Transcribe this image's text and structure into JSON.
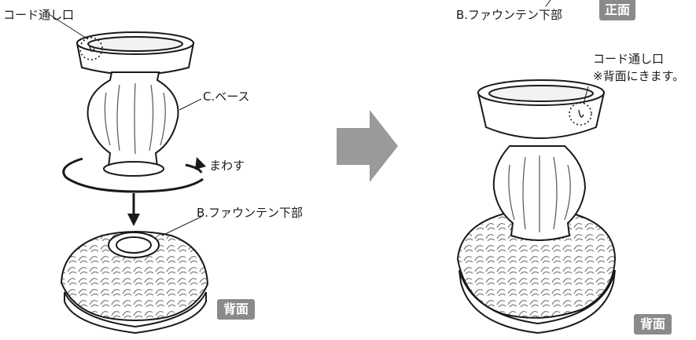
{
  "left": {
    "cord_label": "コード通し口",
    "base_label": "C.ベース",
    "rotate_label": "まわす",
    "fountain_label": "B.ファウンテン下部",
    "view_badge": "背面"
  },
  "right": {
    "fountain_label": "B.ファウンテン下部",
    "front_badge": "正面",
    "cord_label": "コード通し口",
    "cord_note": "※背面にきます。",
    "view_badge": "背面"
  },
  "colors": {
    "badge": "#8a8a8a",
    "arrow": "#9a9a9a",
    "line": "#1a1a1a"
  }
}
